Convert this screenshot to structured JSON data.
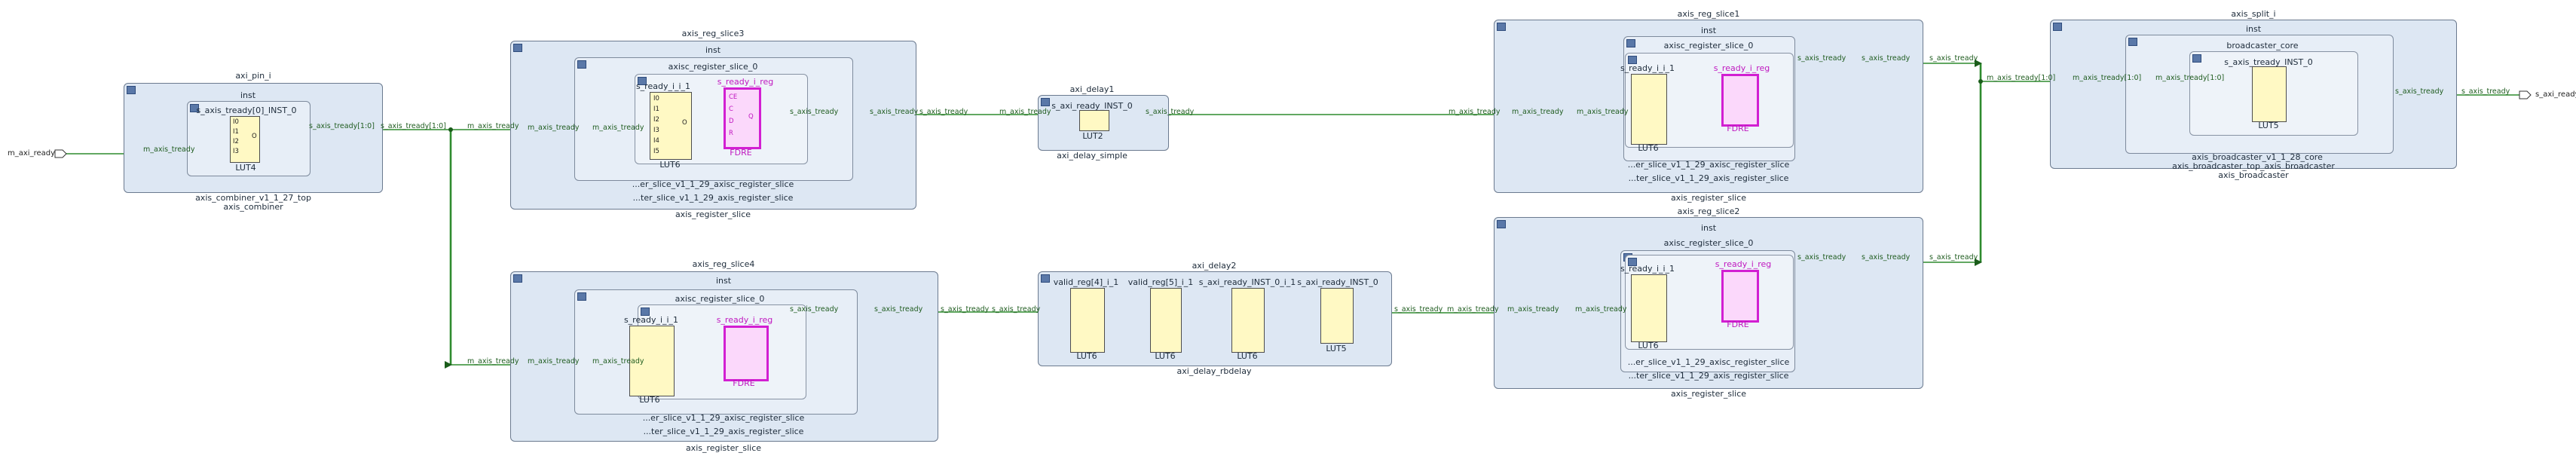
{
  "ports": {
    "left": "m_axi_ready",
    "right": "s_axi_ready"
  },
  "blocks": {
    "axi_pin": {
      "top": "axi_pin_i",
      "inst": "inst",
      "cell": "s_axis_tready[0]_INST_0",
      "cell_type": "LUT4",
      "bottom": "axis_combiner_v1_1_27_top",
      "bottom2": "axis_combiner"
    },
    "slice3": {
      "top": "axis_reg_slice3",
      "inst": "inst",
      "sub": "axisc_register_slice_0",
      "lut": "s_ready_i_i_1",
      "lut_type": "LUT6",
      "reg": "s_ready_i_reg",
      "reg_type": "FDRE",
      "bot1": "...er_slice_v1_1_29_axisc_register_slice",
      "bot2": "...ter_slice_v1_1_29_axis_register_slice",
      "bot3": "axis_register_slice"
    },
    "slice4": {
      "top": "axis_reg_slice4",
      "inst": "inst",
      "sub": "axisc_register_slice_0",
      "lut": "s_ready_i_i_1",
      "lut_type": "LUT6",
      "reg": "s_ready_i_reg",
      "reg_type": "FDRE",
      "bot1": "...er_slice_v1_1_29_axisc_register_slice",
      "bot2": "...ter_slice_v1_1_29_axis_register_slice",
      "bot3": "axis_register_slice"
    },
    "delay1": {
      "top": "axi_delay1",
      "cell": "s_axi_ready_INST_0",
      "cell_type": "LUT2",
      "bottom": "axi_delay_simple"
    },
    "delay2": {
      "top": "axi_delay2",
      "c1": "valid_reg[4]_i_1",
      "c2": "valid_reg[5]_i_1",
      "c3": "s_axi_ready_INST_0_i_1",
      "c4": "s_axi_ready_INST_0",
      "t1": "LUT6",
      "t2": "LUT6",
      "t3": "LUT6",
      "t4": "LUT5",
      "bottom": "axi_delay_rbdelay"
    },
    "slice1": {
      "top": "axis_reg_slice1",
      "inst": "inst",
      "sub": "axisc_register_slice_0",
      "lut": "s_ready_i_i_1",
      "lut_type": "LUT6",
      "reg": "s_ready_i_reg",
      "reg_type": "FDRE",
      "bot1": "...er_slice_v1_1_29_axisc_register_slice",
      "bot2": "...ter_slice_v1_1_29_axis_register_slice",
      "bot3": "axis_register_slice"
    },
    "slice2": {
      "top": "axis_reg_slice2",
      "inst": "inst",
      "sub": "axisc_register_slice_0",
      "lut": "s_ready_i_i_1",
      "lut_type": "LUT6",
      "reg": "s_ready_i_reg",
      "reg_type": "FDRE",
      "bot1": "...er_slice_v1_1_29_axisc_register_slice",
      "bot2": "...ter_slice_v1_1_29_axis_register_slice",
      "bot3": "axis_register_slice"
    },
    "split": {
      "top": "axis_split_i",
      "inst": "inst",
      "sub": "broadcaster_core",
      "cell": "s_axis_tready_INST_0",
      "cell_type": "LUT5",
      "bot1": "axis_broadcaster_v1_1_28_core",
      "bot2": "axis_broadcaster_top_axis_broadcaster",
      "bot3": "axis_broadcaster"
    }
  },
  "nets": {
    "m_tready": "m_axis_tready",
    "s_tready": "s_axis_tready",
    "s_tready_bus": "s_axis_tready[1:0]",
    "m_tready_bus": "m_axis_tready[1:0]",
    "s_tready_0": "s_axis_tready[1:0]"
  },
  "pins": {
    "i0": "I0",
    "i1": "I1",
    "i2": "I2",
    "i3": "I3",
    "i4": "I4",
    "i5": "I5",
    "o": "O",
    "c": "C",
    "ce": "CE",
    "d": "D",
    "q": "Q",
    "r": "R"
  },
  "colors": {
    "block": "#dde7f3",
    "lut": "#fff9c4",
    "reg": "#d21fd2",
    "net": "#2e8b2e"
  }
}
